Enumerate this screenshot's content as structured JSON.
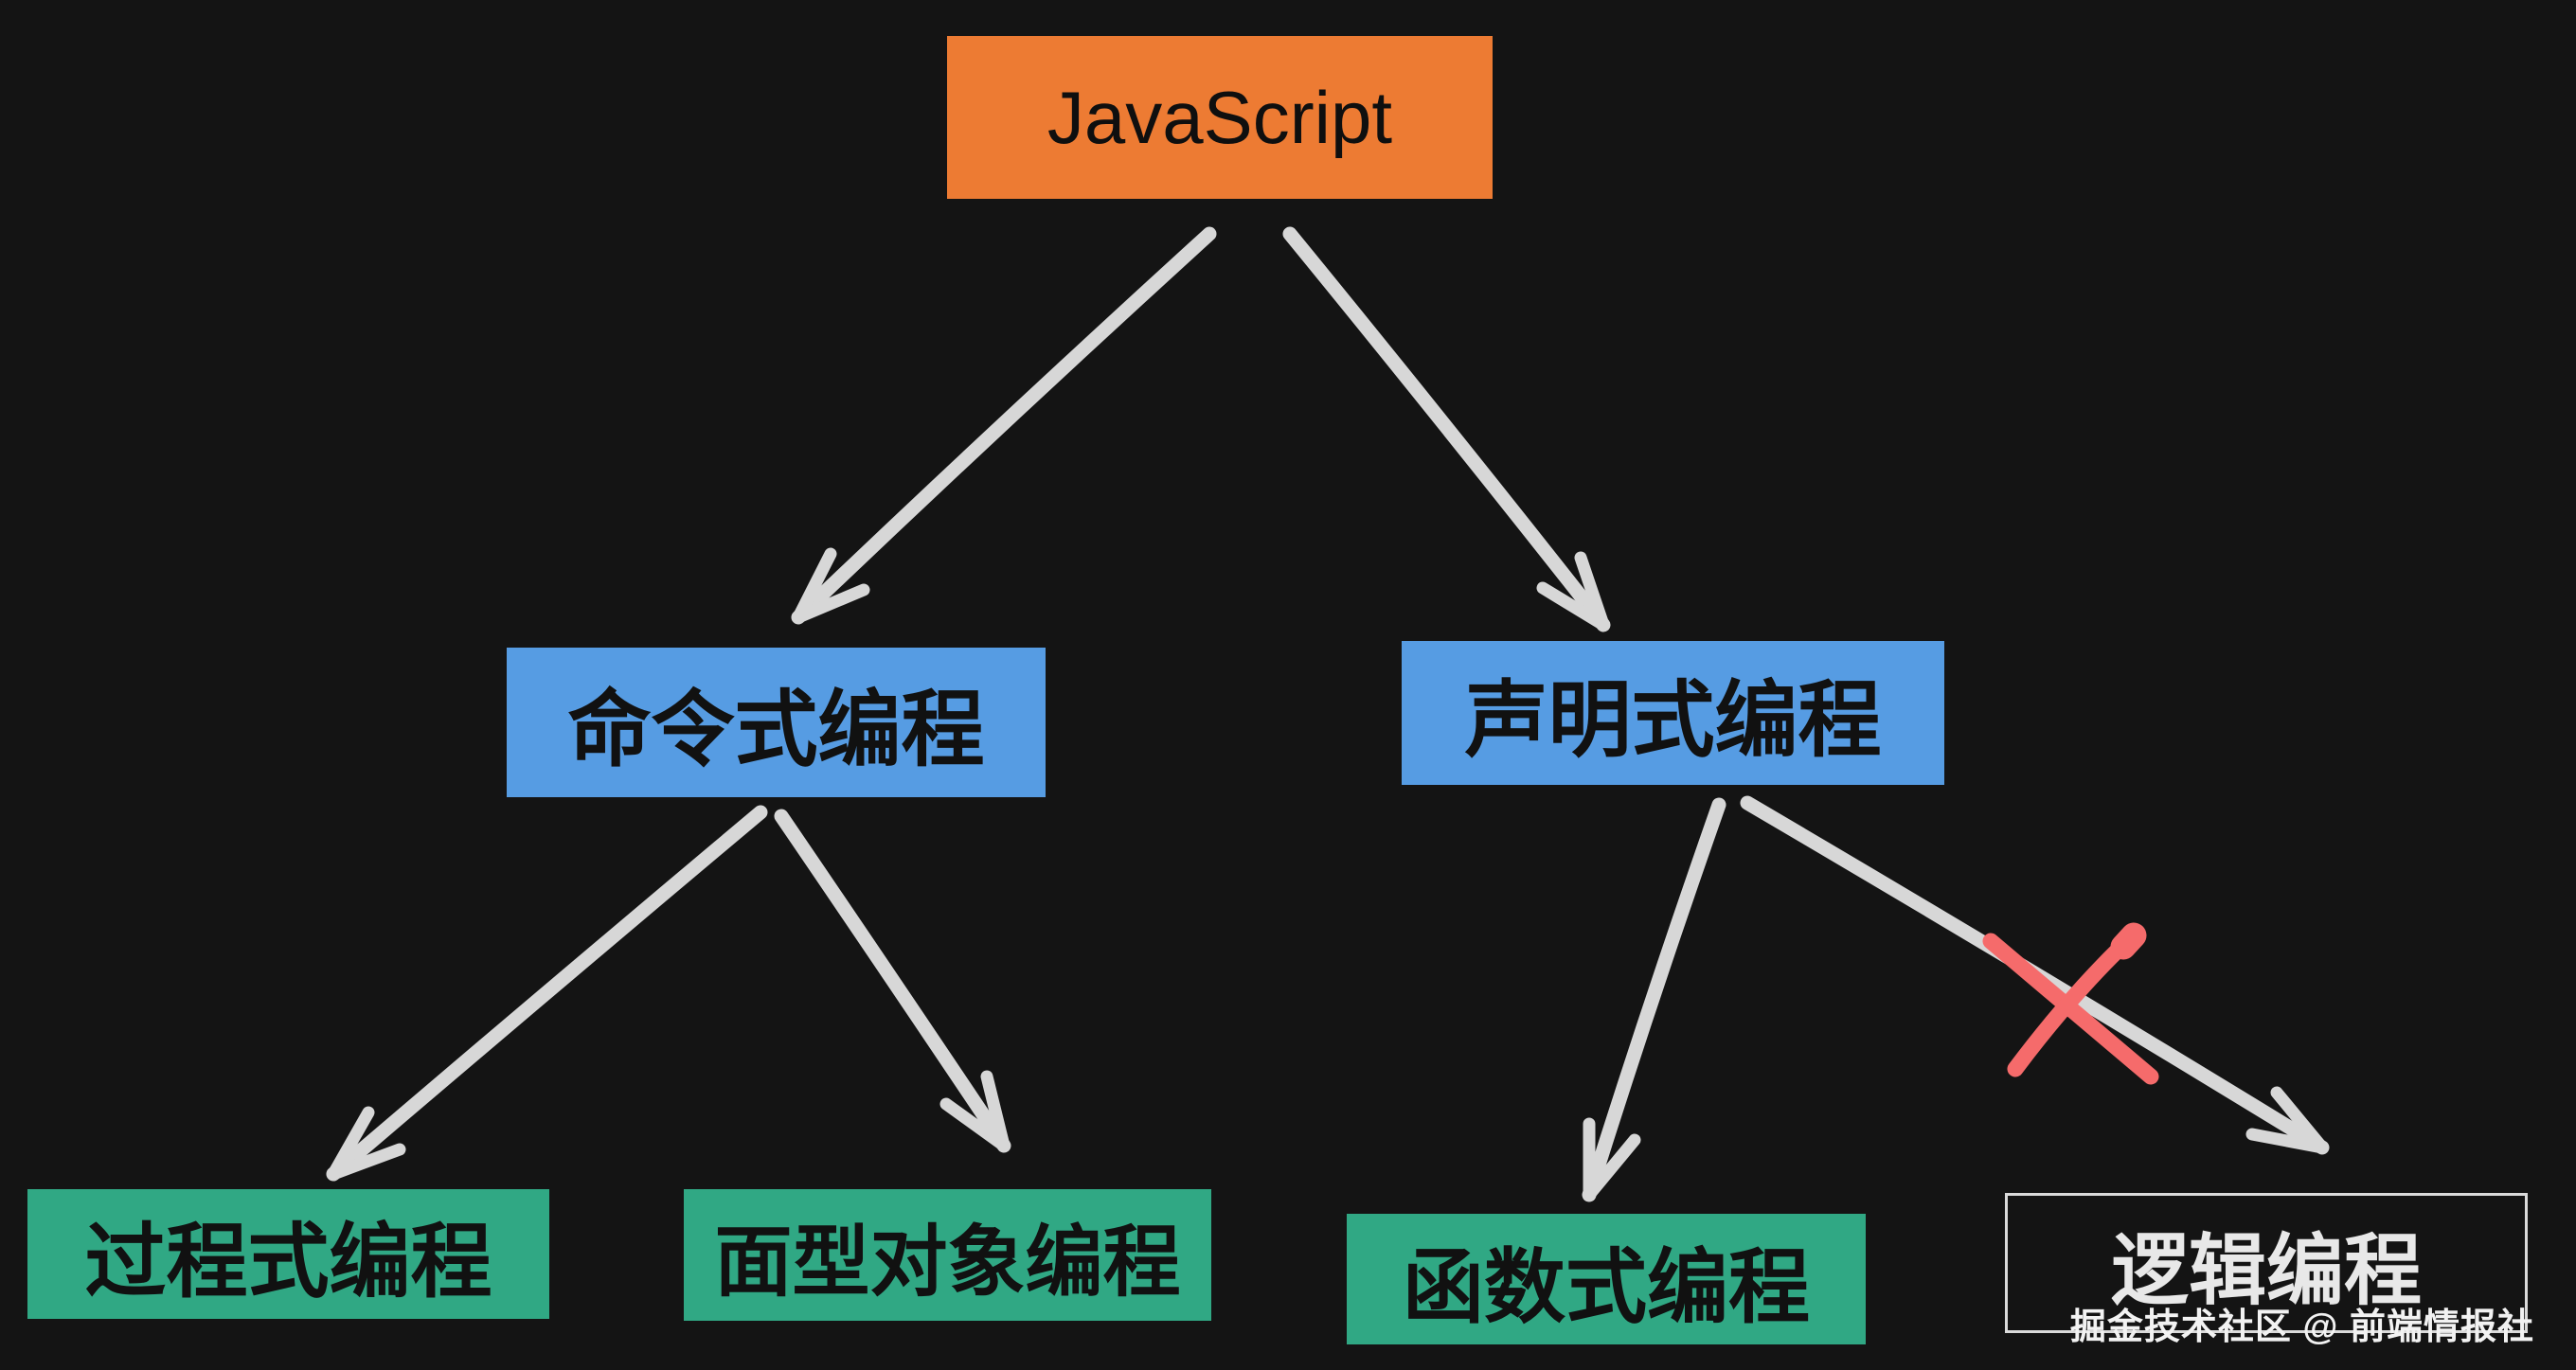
{
  "diagram": {
    "background": "#141414",
    "arrow_color": "#D7D7D7",
    "cross_color": "#F56B6B",
    "root": {
      "label": "JavaScript",
      "color": "#ED7B33"
    },
    "branches": [
      {
        "label": "命令式编程",
        "color": "#569CE3",
        "children": [
          {
            "label": "过程式编程",
            "color": "#30A884"
          },
          {
            "label": "面型对象编程",
            "color": "#30A884"
          }
        ]
      },
      {
        "label": "声明式编程",
        "color": "#569CE3",
        "children": [
          {
            "label": "函数式编程",
            "color": "#30A884"
          },
          {
            "label": "逻辑编程",
            "color": "transparent",
            "border_color": "#DADADA",
            "crossed_out": true
          }
        ]
      }
    ]
  },
  "watermark": {
    "text": "掘金技术社区 @ 前端情报社"
  }
}
